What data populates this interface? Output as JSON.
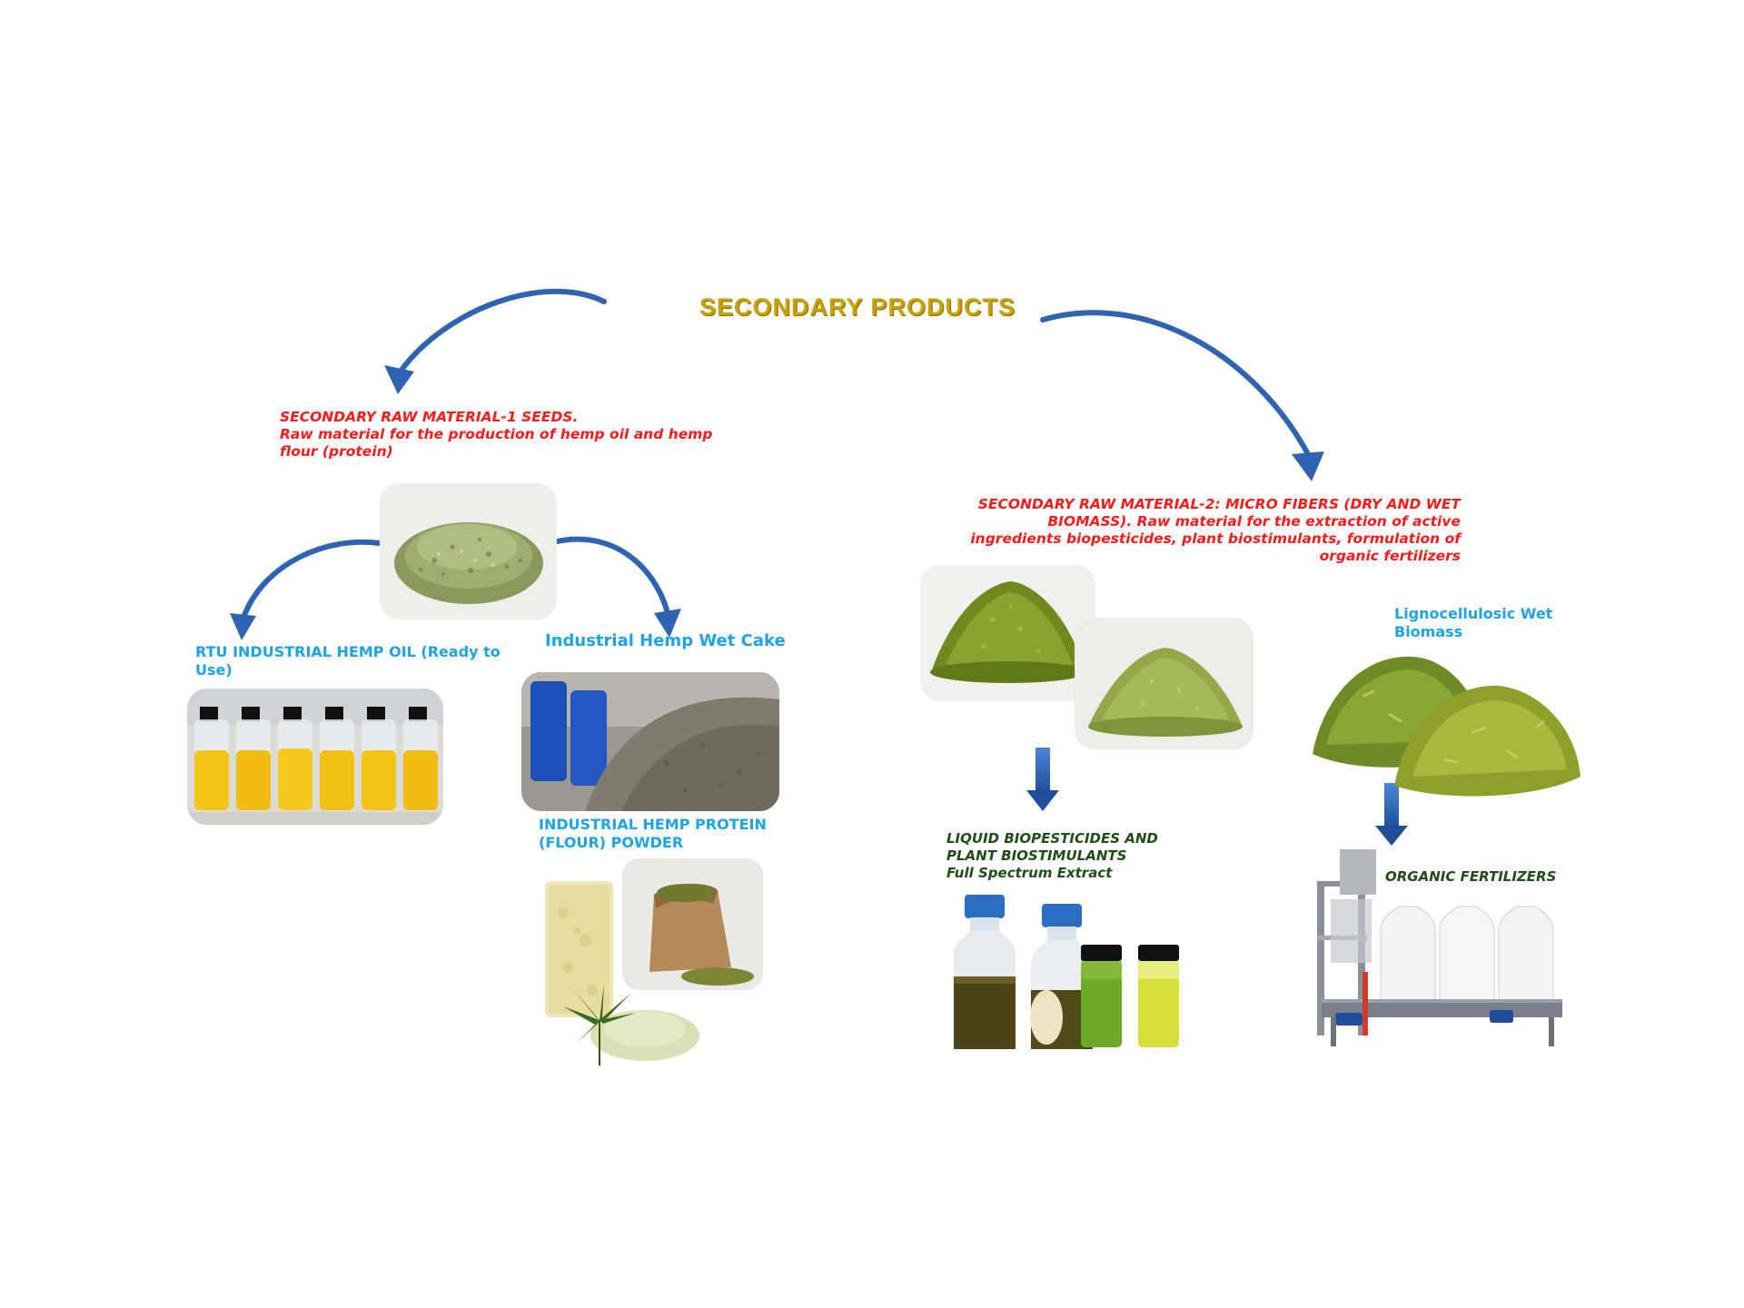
{
  "title": "SECONDARY PRODUCTS",
  "left_branch": {
    "heading_lines": [
      "SECONDARY RAW MATERIAL-1 SEEDS.",
      "Raw material for the production of hemp oil and hemp",
      "flour (protein)"
    ],
    "oil_label_lines": [
      "RTU INDUSTRIAL HEMP OIL (Ready to",
      "Use)"
    ],
    "wet_cake_label": "Industrial Hemp Wet Cake",
    "protein_label_lines": [
      "INDUSTRIAL HEMP PROTEIN",
      "(FLOUR) POWDER"
    ]
  },
  "right_branch": {
    "heading_lines": [
      "SECONDARY RAW MATERIAL-2: MICRO FIBERS (DRY AND WET",
      "BIOMASS).  Raw material for the extraction of active",
      "ingredients biopesticides, plant biostimulants, formulation of",
      "organic fertilizers"
    ],
    "ligno_label_lines": [
      "Lignocellulosic Wet",
      "Biomass"
    ],
    "liquid_label_lines": [
      "LIQUID BIOPESTICIDES AND",
      "PLANT BIOSTIMULANTS",
      "Full Spectrum Extract"
    ],
    "fertilizer_label": "ORGANIC FERTILIZERS"
  },
  "colors": {
    "title": "#c8a000",
    "heading_red": "#ff1a1a",
    "label_blue": "#1ca3e8",
    "label_green": "#1f4d16",
    "arrow_blue": "#2f64b3"
  },
  "images": [
    "hemp-seeds-pile-photo",
    "hemp-oil-bottles-photo",
    "wet-cake-photo",
    "protein-powder-photo",
    "micro-fibers-dry-photo",
    "micro-fibers-wet-photo",
    "lignocellulosic-biomass-photo",
    "liquid-extract-bottles-photo",
    "fertilizer-bagging-machine-photo"
  ]
}
